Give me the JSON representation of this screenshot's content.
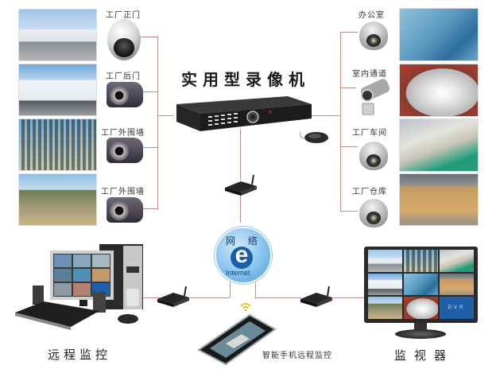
{
  "diagram": {
    "title": "实用型录像机",
    "center_device": "DVR",
    "network_label": "网 络",
    "internet_label": "Internet",
    "left_cameras": [
      {
        "label": "工厂正门",
        "camera_type": "dome-camera",
        "scene": "factory-main-gate"
      },
      {
        "label": "工厂后门",
        "camera_type": "bullet-camera",
        "scene": "factory-back-gate"
      },
      {
        "label": "工厂外围墙",
        "camera_type": "bullet-camera",
        "scene": "factory-outer-wall"
      },
      {
        "label": "工厂外围墙",
        "camera_type": "bullet-camera",
        "scene": "factory-outer-wall-road"
      }
    ],
    "right_cameras": [
      {
        "label": "办公室",
        "camera_type": "dome-camera",
        "scene": "office"
      },
      {
        "label": "室内通道",
        "camera_type": "box-camera",
        "scene": "indoor-corridor"
      },
      {
        "label": "工厂车间",
        "camera_type": "dome-camera",
        "scene": "factory-workshop"
      },
      {
        "label": "工厂仓库",
        "camera_type": "dome-camera",
        "scene": "factory-warehouse"
      }
    ],
    "endpoints": {
      "remote": "远程监控",
      "mobile": "智能手机远程监控",
      "monitor": "监视器"
    },
    "monitor_dvr_tile": "DVR",
    "colors": {
      "line": "#c98a8a",
      "globe": "#86c2ec",
      "e_logo": "#1b5ea8",
      "device_dark": "#1f1f1f",
      "text": "#222222"
    }
  }
}
